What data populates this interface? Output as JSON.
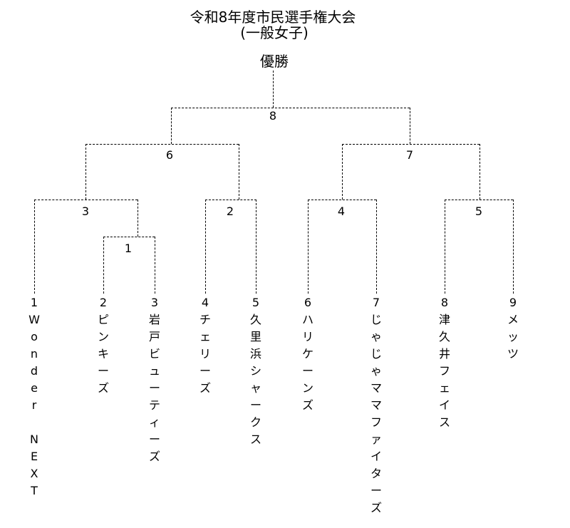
{
  "title": {
    "line1": "令和8年度市民選手権大会",
    "line2": "(一般女子)"
  },
  "champion_label": "優勝",
  "match_numbers": [
    "1",
    "2",
    "3",
    "4",
    "5",
    "6",
    "7",
    "8"
  ],
  "teams": [
    {
      "seed": "1",
      "name": "Wonder NEXT"
    },
    {
      "seed": "2",
      "name": "ピンキーズ"
    },
    {
      "seed": "3",
      "name": "岩戸ビューティーズ"
    },
    {
      "seed": "4",
      "name": "チェリーズ"
    },
    {
      "seed": "5",
      "name": "久里浜シャークス"
    },
    {
      "seed": "6",
      "name": "ハリケーンズ"
    },
    {
      "seed": "7",
      "name": "じゃじゃママファイターズ"
    },
    {
      "seed": "8",
      "name": "津久井フェイス"
    },
    {
      "seed": "9",
      "name": "メッツ"
    }
  ],
  "colors": {
    "background": "#ffffff",
    "line": "#000000",
    "text": "#000000"
  }
}
